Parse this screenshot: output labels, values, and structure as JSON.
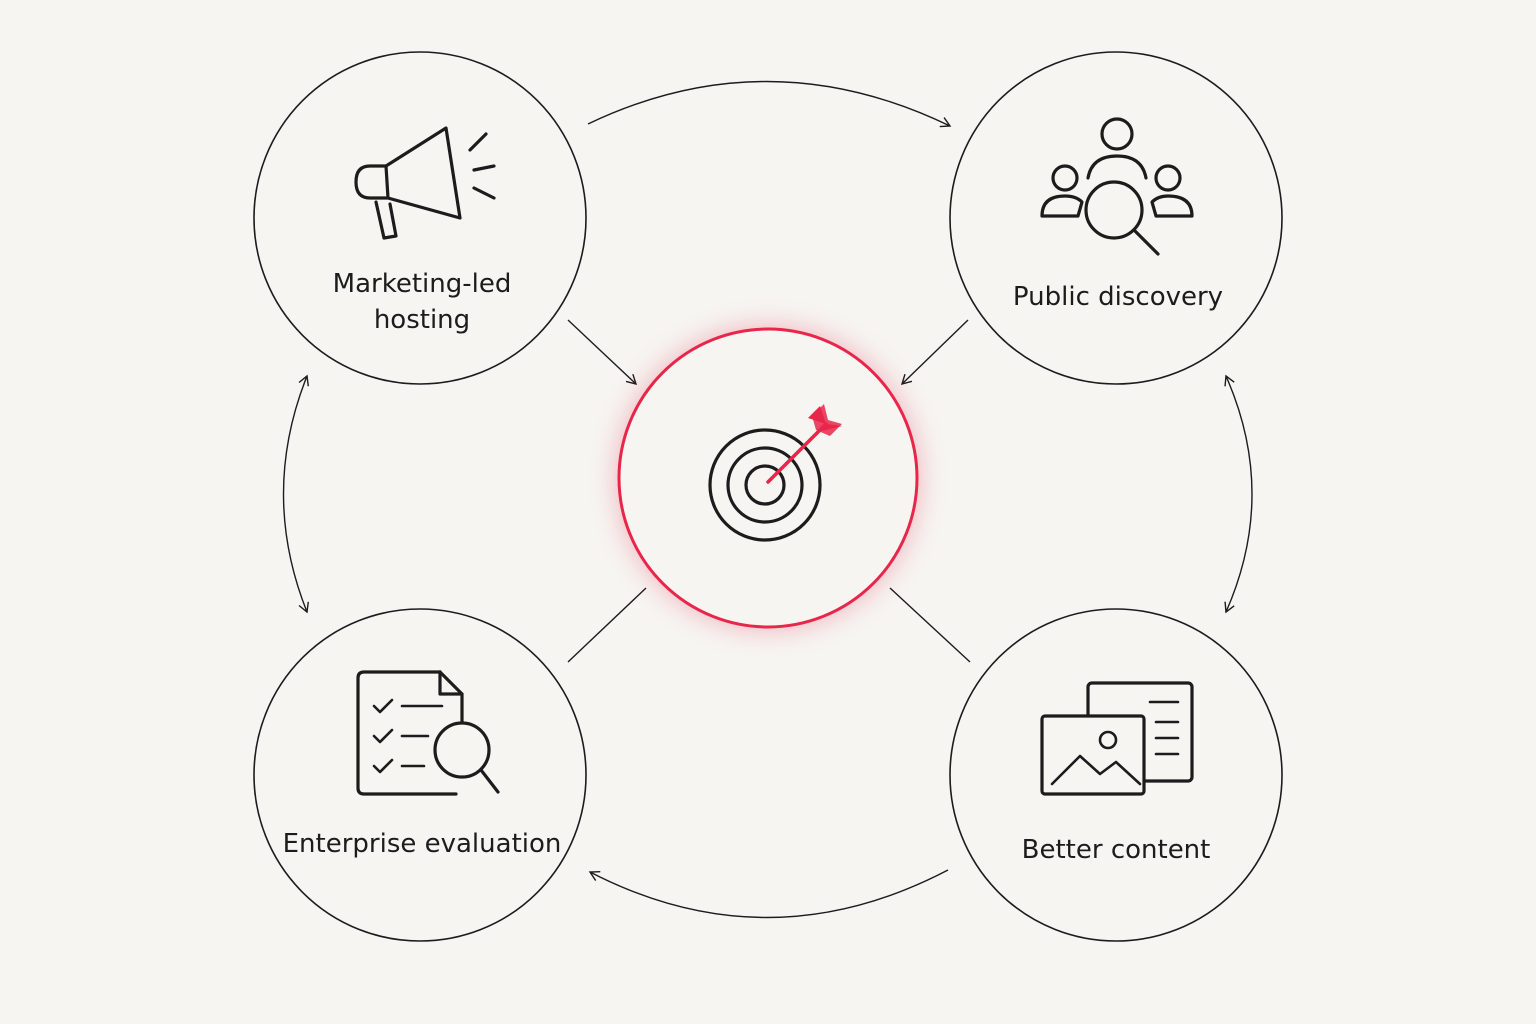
{
  "diagram": {
    "center": {
      "icon": "target-with-arrow-icon",
      "accent": "#e8264a"
    },
    "nodes": [
      {
        "id": "marketing",
        "label_lines": [
          "Marketing-led",
          "hosting"
        ],
        "icon": "megaphone-icon"
      },
      {
        "id": "discovery",
        "label_lines": [
          "Public discovery"
        ],
        "icon": "people-search-icon"
      },
      {
        "id": "content",
        "label_lines": [
          "Better content"
        ],
        "icon": "image-document-icon"
      },
      {
        "id": "enterprise",
        "label_lines": [
          "Enterprise evaluation"
        ],
        "icon": "checklist-search-icon"
      }
    ],
    "colors": {
      "background": "#f6f5f2",
      "ink": "#1c1c1c",
      "accent": "#e8264a"
    }
  }
}
